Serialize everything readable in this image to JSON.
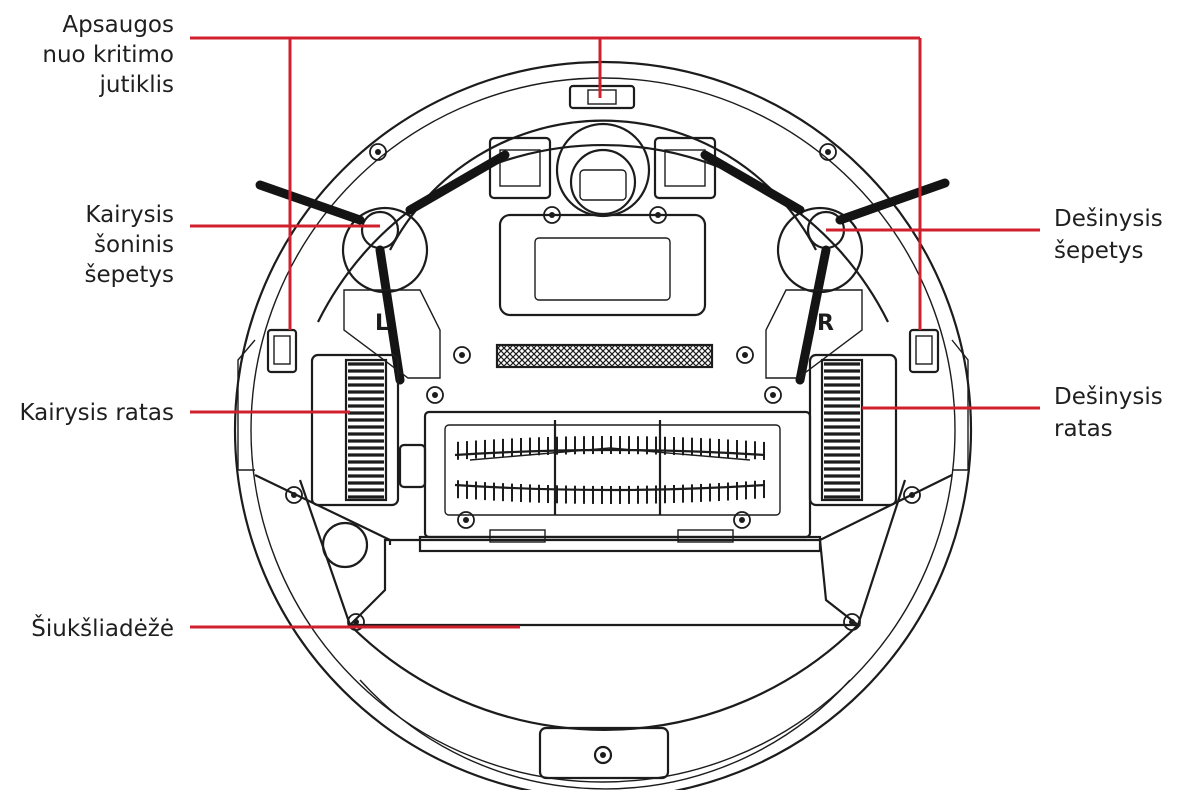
{
  "labels": {
    "cliff_sensor": [
      "Apsaugos",
      "nuo kritimo",
      "jutiklis"
    ],
    "left_side_brush": [
      "Kairysis",
      "šoninis",
      "šepetys"
    ],
    "right_side_brush": [
      "Dešinysis",
      "šepetys"
    ],
    "left_wheel": [
      "Kairysis ratas"
    ],
    "right_wheel": [
      "Dešinysis",
      "ratas"
    ],
    "dustbin": [
      "Šiukšliadėžė"
    ]
  },
  "markings": {
    "left": "L",
    "right": "R"
  },
  "colors": {
    "leader": "#d0202e",
    "ink": "#1c1c1c",
    "text": "#1f1f1f",
    "background": "#ffffff"
  }
}
